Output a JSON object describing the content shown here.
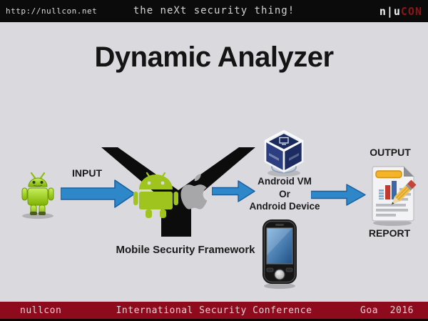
{
  "header": {
    "url": "http://nullcon.net",
    "tagline": "the neXt security thing!",
    "logo": {
      "white": "n|u",
      "red": "CON"
    }
  },
  "slide": {
    "title": "Dynamic Analyzer"
  },
  "diagram": {
    "input_label": "INPUT",
    "framework_label": "Mobile Security Framework",
    "target": {
      "line1": "Android VM",
      "line2": "Or",
      "line3": "Android Device"
    },
    "output_label": "OUTPUT",
    "report_label": "REPORT",
    "icons": {
      "source": "android-robot-icon",
      "framework_left": "android-flat-icon",
      "framework_right": "apple-icon",
      "framework_shape": "y-funnel-shape",
      "vm": "virtualbox-cube-icon",
      "device": "smartphone-icon",
      "output": "report-document-icon",
      "flow": "arrow-right-icon"
    }
  },
  "footer": {
    "left": "nullcon",
    "center": "International Security Conference",
    "right": "Goa  2016"
  },
  "colors": {
    "background": "#dadade",
    "bar_black": "#0b0b0b",
    "brand_red": "#8e0b1e",
    "logo_red": "#8c1518",
    "accent_blue": "#2e87c8",
    "arrow_border": "#1a5fa0",
    "android_green": "#9ec41d",
    "apple_gray": "#a7a7a9",
    "funnel_black": "#0c0c0c"
  }
}
